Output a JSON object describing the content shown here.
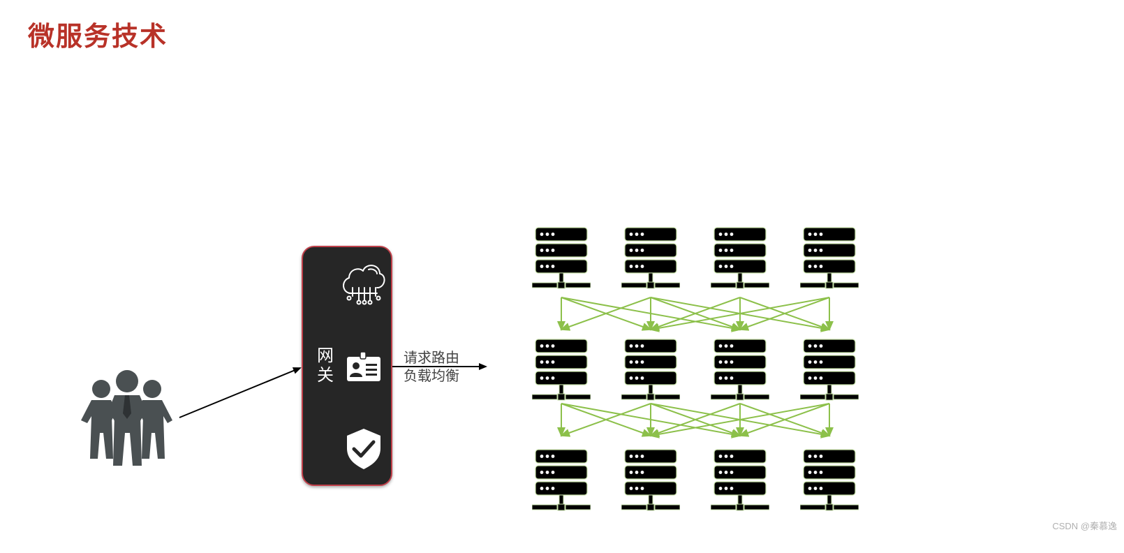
{
  "page": {
    "title": "微服务技术",
    "watermark": "CSDN @秦慕逸"
  },
  "gateway": {
    "label": "网关",
    "icons": [
      "cloud-network-icon",
      "id-card-icon",
      "shield-check-icon"
    ]
  },
  "arrow_label": {
    "line1": "请求路由",
    "line2": "负载均衡"
  },
  "users": {
    "icon": "people-group-icon"
  },
  "servers": {
    "icon": "server-rack-icon",
    "rows": 3,
    "columns": 4
  },
  "colors": {
    "title": "#b83228",
    "gateway_bg": "#262626",
    "gateway_border": "#c0404a",
    "people": "#4a5052",
    "server_body": "#000000",
    "server_outline": "#c6e0a8",
    "connection_lines": "#8cc04a",
    "arrow": "#000000",
    "watermark": "#b0b0b0"
  }
}
